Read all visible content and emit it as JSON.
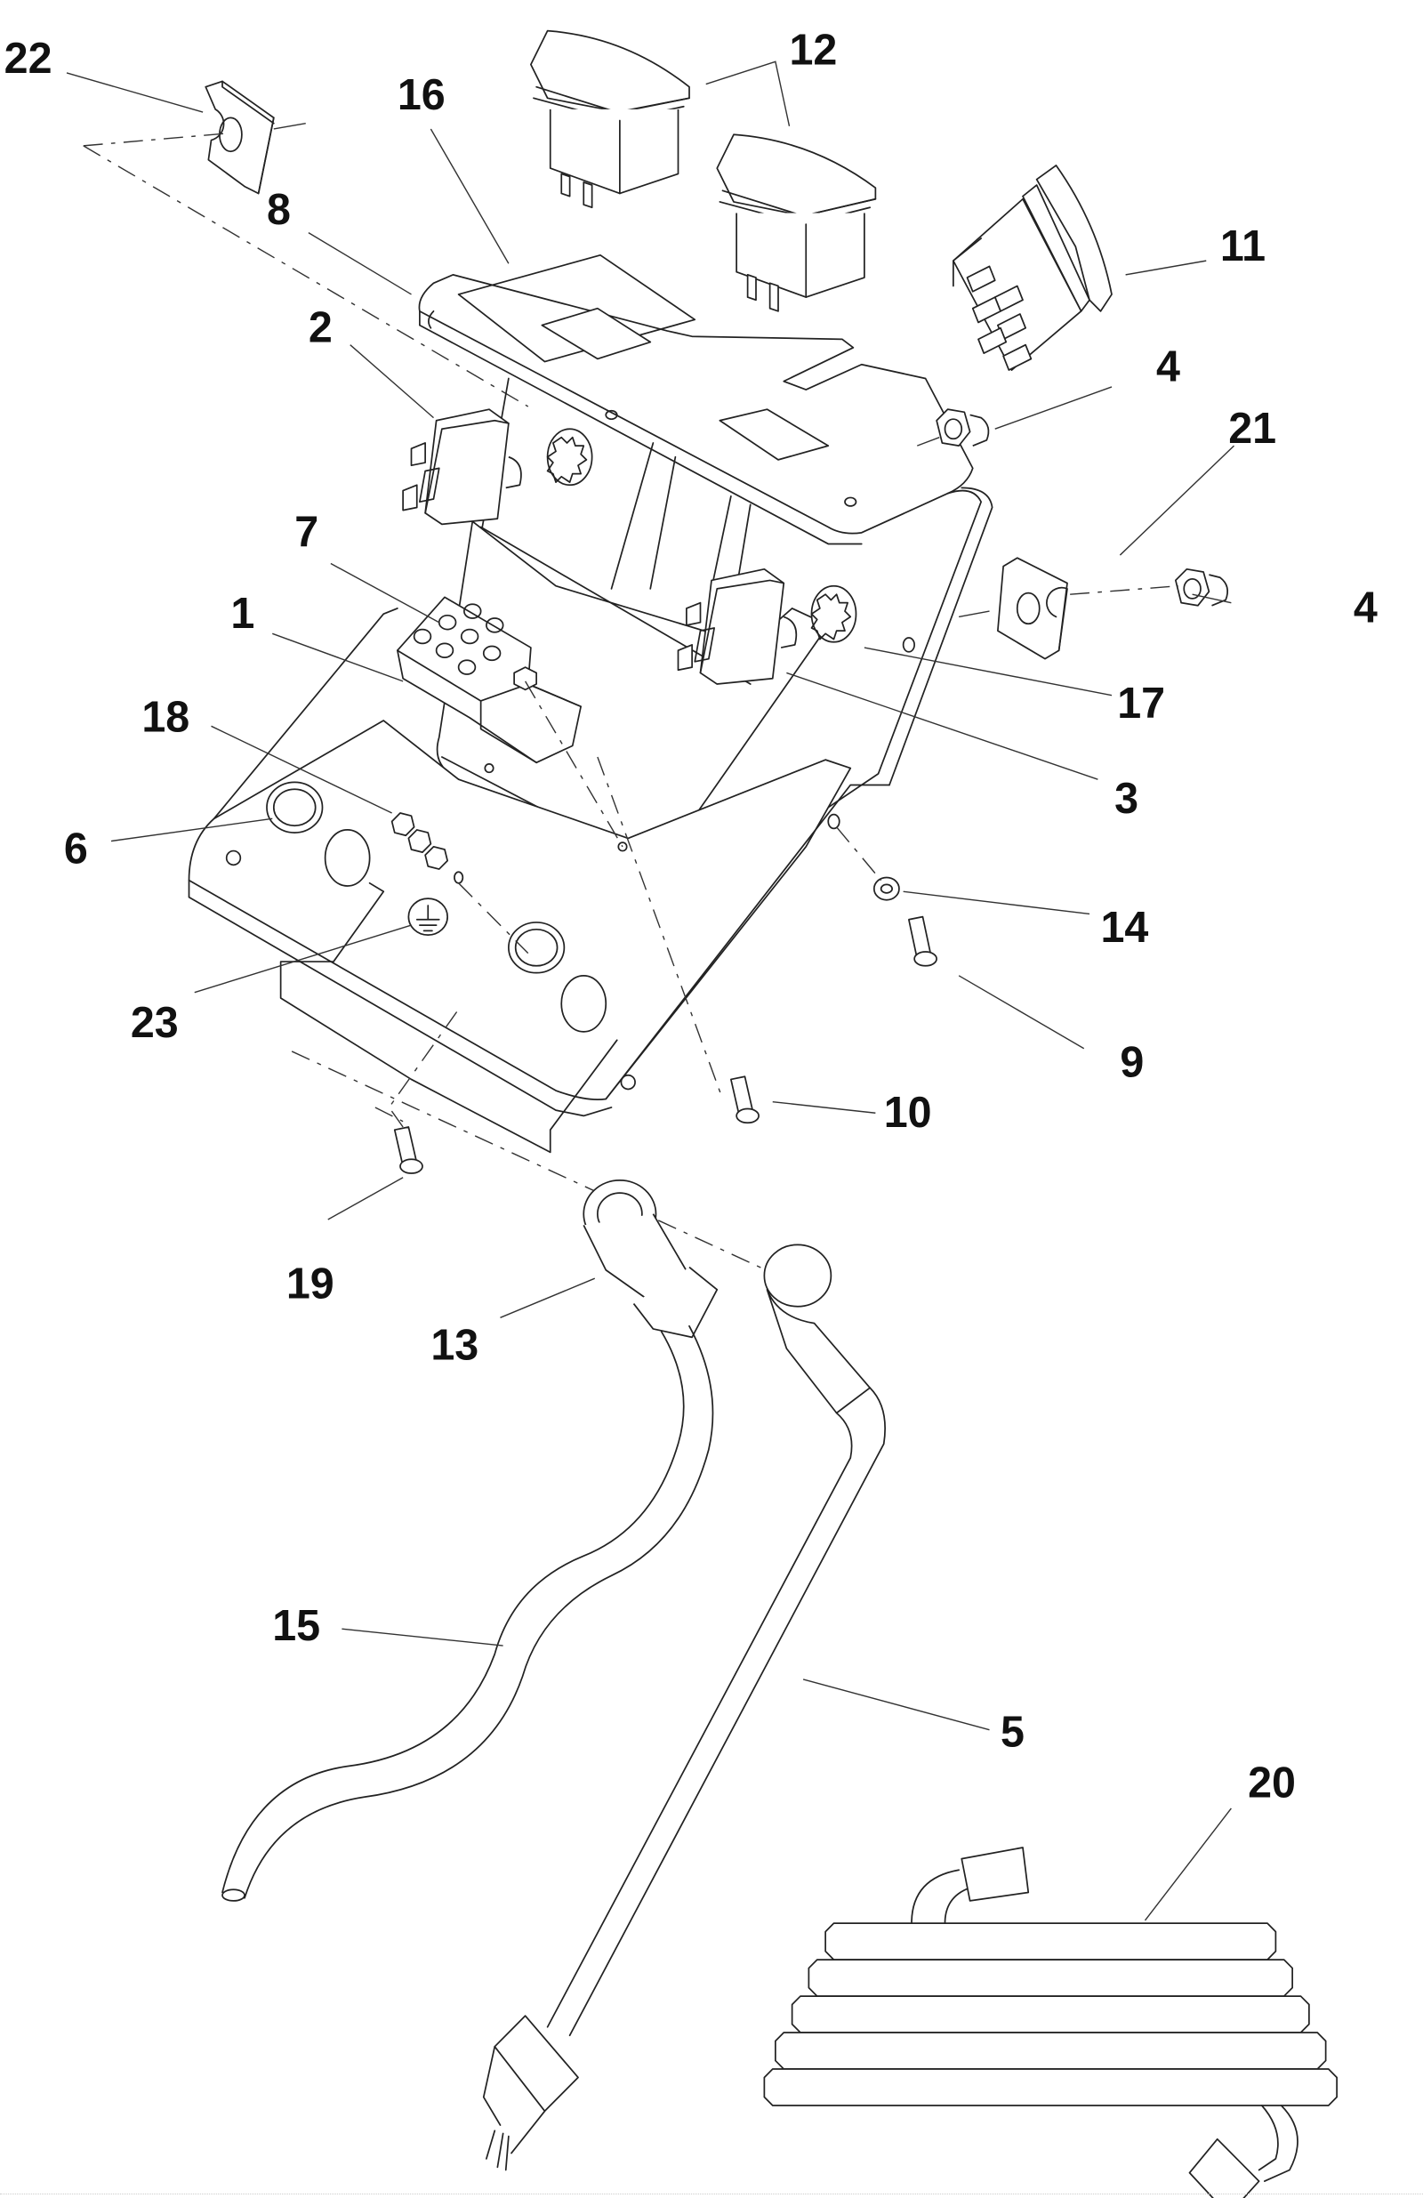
{
  "figure": {
    "title": "Control panel and wiring exploded parts view",
    "callouts": [
      {
        "id": "c22",
        "label": "22"
      },
      {
        "id": "c12",
        "label": "12"
      },
      {
        "id": "c16",
        "label": "16"
      },
      {
        "id": "c8",
        "label": "8"
      },
      {
        "id": "c11",
        "label": "11"
      },
      {
        "id": "c2",
        "label": "2"
      },
      {
        "id": "c4a",
        "label": "4"
      },
      {
        "id": "c21",
        "label": "21"
      },
      {
        "id": "c7",
        "label": "7"
      },
      {
        "id": "c1",
        "label": "1"
      },
      {
        "id": "c4b",
        "label": "4"
      },
      {
        "id": "c17",
        "label": "17"
      },
      {
        "id": "c18",
        "label": "18"
      },
      {
        "id": "c3",
        "label": "3"
      },
      {
        "id": "c6",
        "label": "6"
      },
      {
        "id": "c14",
        "label": "14"
      },
      {
        "id": "c23",
        "label": "23"
      },
      {
        "id": "c9",
        "label": "9"
      },
      {
        "id": "c10",
        "label": "10"
      },
      {
        "id": "c19",
        "label": "19"
      },
      {
        "id": "c13",
        "label": "13"
      },
      {
        "id": "c15",
        "label": "15"
      },
      {
        "id": "c5",
        "label": "5"
      },
      {
        "id": "c20",
        "label": "20"
      }
    ]
  }
}
